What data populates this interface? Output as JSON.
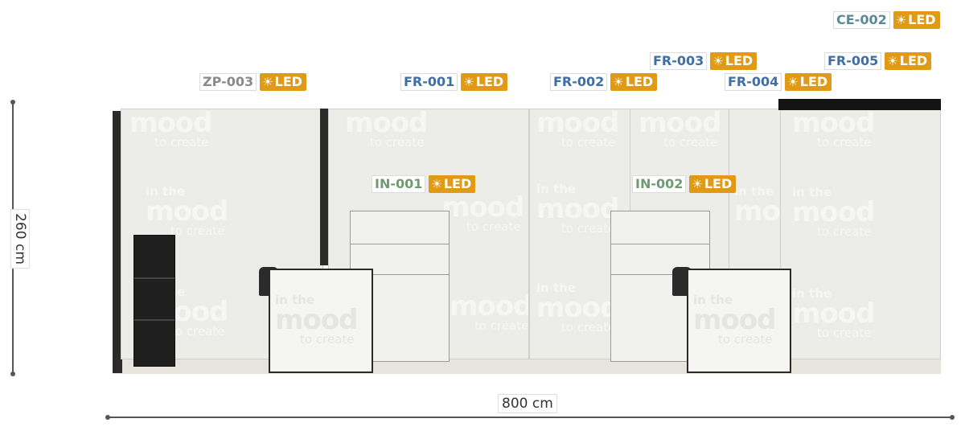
{
  "dimensions": {
    "height_label": "260 cm",
    "width_label": "800 cm"
  },
  "watermark": {
    "line1": "in the",
    "line2": "mood",
    "line3": "to create"
  },
  "colors": {
    "led": "#e09a16",
    "zp": "#8a8a8a",
    "fr": "#3f6fa5",
    "in": "#6e9a72",
    "ce": "#5a8a96"
  },
  "tags": [
    {
      "id": "zp-003",
      "code": "ZP-003",
      "led": "LED",
      "icon": "sun-icon"
    },
    {
      "id": "fr-001",
      "code": "FR-001",
      "led": "LED",
      "icon": "sun-icon"
    },
    {
      "id": "fr-002",
      "code": "FR-002",
      "led": "LED",
      "icon": "sun-icon"
    },
    {
      "id": "fr-003",
      "code": "FR-003",
      "led": "LED",
      "icon": "sun-icon"
    },
    {
      "id": "fr-004",
      "code": "FR-004",
      "led": "LED",
      "icon": "sun-icon"
    },
    {
      "id": "fr-005",
      "code": "FR-005",
      "led": "LED",
      "icon": "sun-icon"
    },
    {
      "id": "ce-002",
      "code": "CE-002",
      "led": "LED",
      "icon": "sun-icon"
    },
    {
      "id": "in-001",
      "code": "IN-001",
      "led": "LED",
      "icon": "sun-icon"
    },
    {
      "id": "in-002",
      "code": "IN-002",
      "led": "LED",
      "icon": "sun-icon"
    }
  ]
}
